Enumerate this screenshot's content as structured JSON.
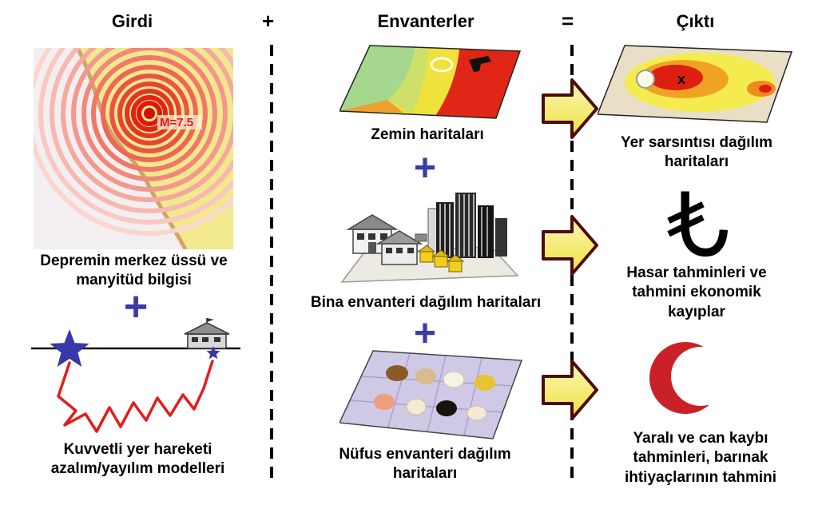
{
  "header": {
    "input_label": "Girdi",
    "plus_symbol": "+",
    "inventories_label": "Envanterler",
    "equals_symbol": "=",
    "output_label": "Çıktı"
  },
  "input_column": {
    "magnitude_label": "M=7.5",
    "epicenter_caption": "Depremin merkez üssü ve manyitüd bilgisi",
    "plus_symbol": "+",
    "attenuation_caption": "Kuvvetli yer hareketi azalım/yayılım modelleri"
  },
  "inventories_column": {
    "soil_caption": "Zemin haritaları",
    "plus_symbol_1": "+",
    "building_caption": "Bina envanteri dağılım haritaları",
    "plus_symbol_2": "+",
    "population_caption": "Nüfus envanteri dağılım haritaları"
  },
  "output_column": {
    "map_marker": "x",
    "shaking_caption": "Yer sarsıntısı dağılım haritaları",
    "damage_caption": "Hasar tahminleri ve tahmini ekonomik kayıplar",
    "casualty_caption": "Yaralı ve can kaybı tahminleri, barınak ihtiyaçlarının tahmini"
  },
  "icons": {
    "arrow": "right-block-arrow",
    "lira": "turkish-lira-symbol",
    "crescent": "red-crescent-symbol",
    "star": "epicenter-star",
    "house": "site-house"
  },
  "colors": {
    "plus_blue": "#3c3ca6",
    "arrow_fill": "#efe23c",
    "arrow_outline": "#4a0c08",
    "crescent_red": "#c92127",
    "epicenter_red": "#e01818"
  }
}
